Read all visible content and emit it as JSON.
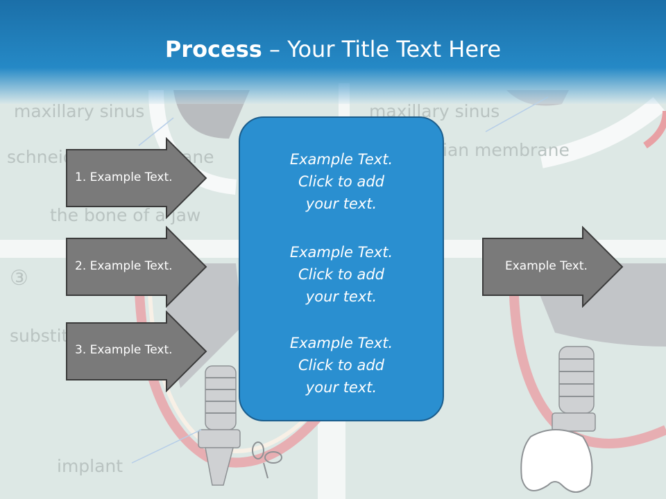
{
  "slide": {
    "title_bold": "Process",
    "title_rest": " – Your Title Text Here",
    "background_labels": [
      "maxillary sinus",
      "schneid",
      "ane",
      "the bone of a jaw",
      "③",
      "substit",
      "implant",
      "maxillary sinus",
      "ian membrane"
    ],
    "left_arrows": [
      "1. Example Text.",
      "2. Example Text.",
      "3. Example Text."
    ],
    "center_box": {
      "paragraphs": [
        [
          "Example Text.",
          "Click  to add",
          "your text."
        ],
        [
          "Example Text.",
          "Click  to add",
          "your text."
        ],
        [
          "Example Text.",
          "Click  to add",
          "your text."
        ]
      ]
    },
    "right_arrow": "Example Text."
  },
  "colors": {
    "header": "#2589c6",
    "box_fill": "#2a8fd0",
    "box_border": "#1b5d8c",
    "arrow_fill": "#7a7a7a",
    "arrow_stroke": "#3a3a3a"
  }
}
